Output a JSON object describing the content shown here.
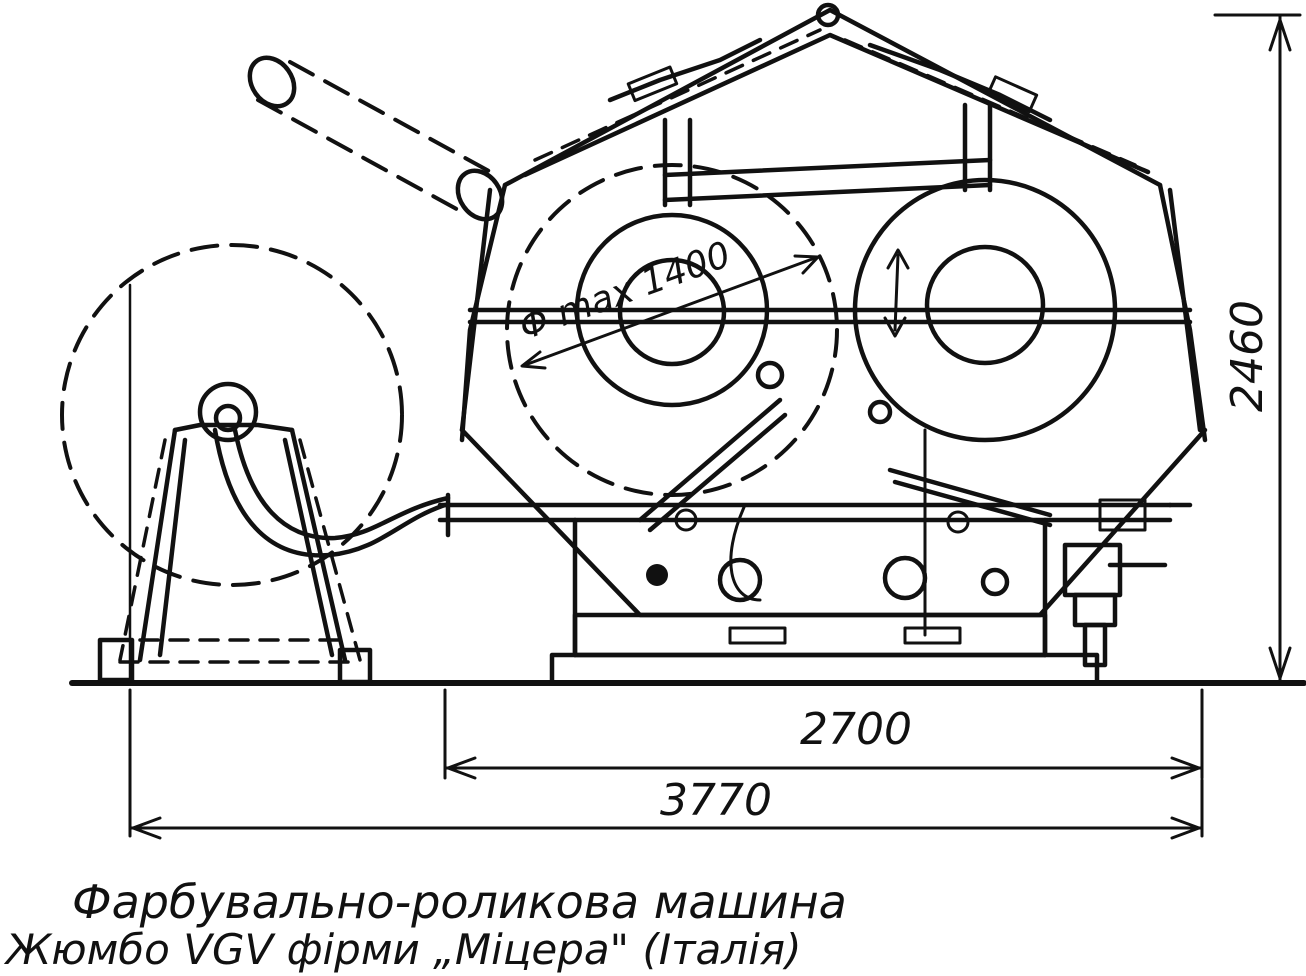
{
  "dimensions": {
    "height": "2460",
    "base_width": "2700",
    "overall_width": "3770",
    "roll_diameter": "Φ max 1400"
  },
  "caption": {
    "line1": "Фарбувально-роликова машина",
    "line2": "Жюмбо VGV  фірми „Міцера\" (Італія)"
  }
}
